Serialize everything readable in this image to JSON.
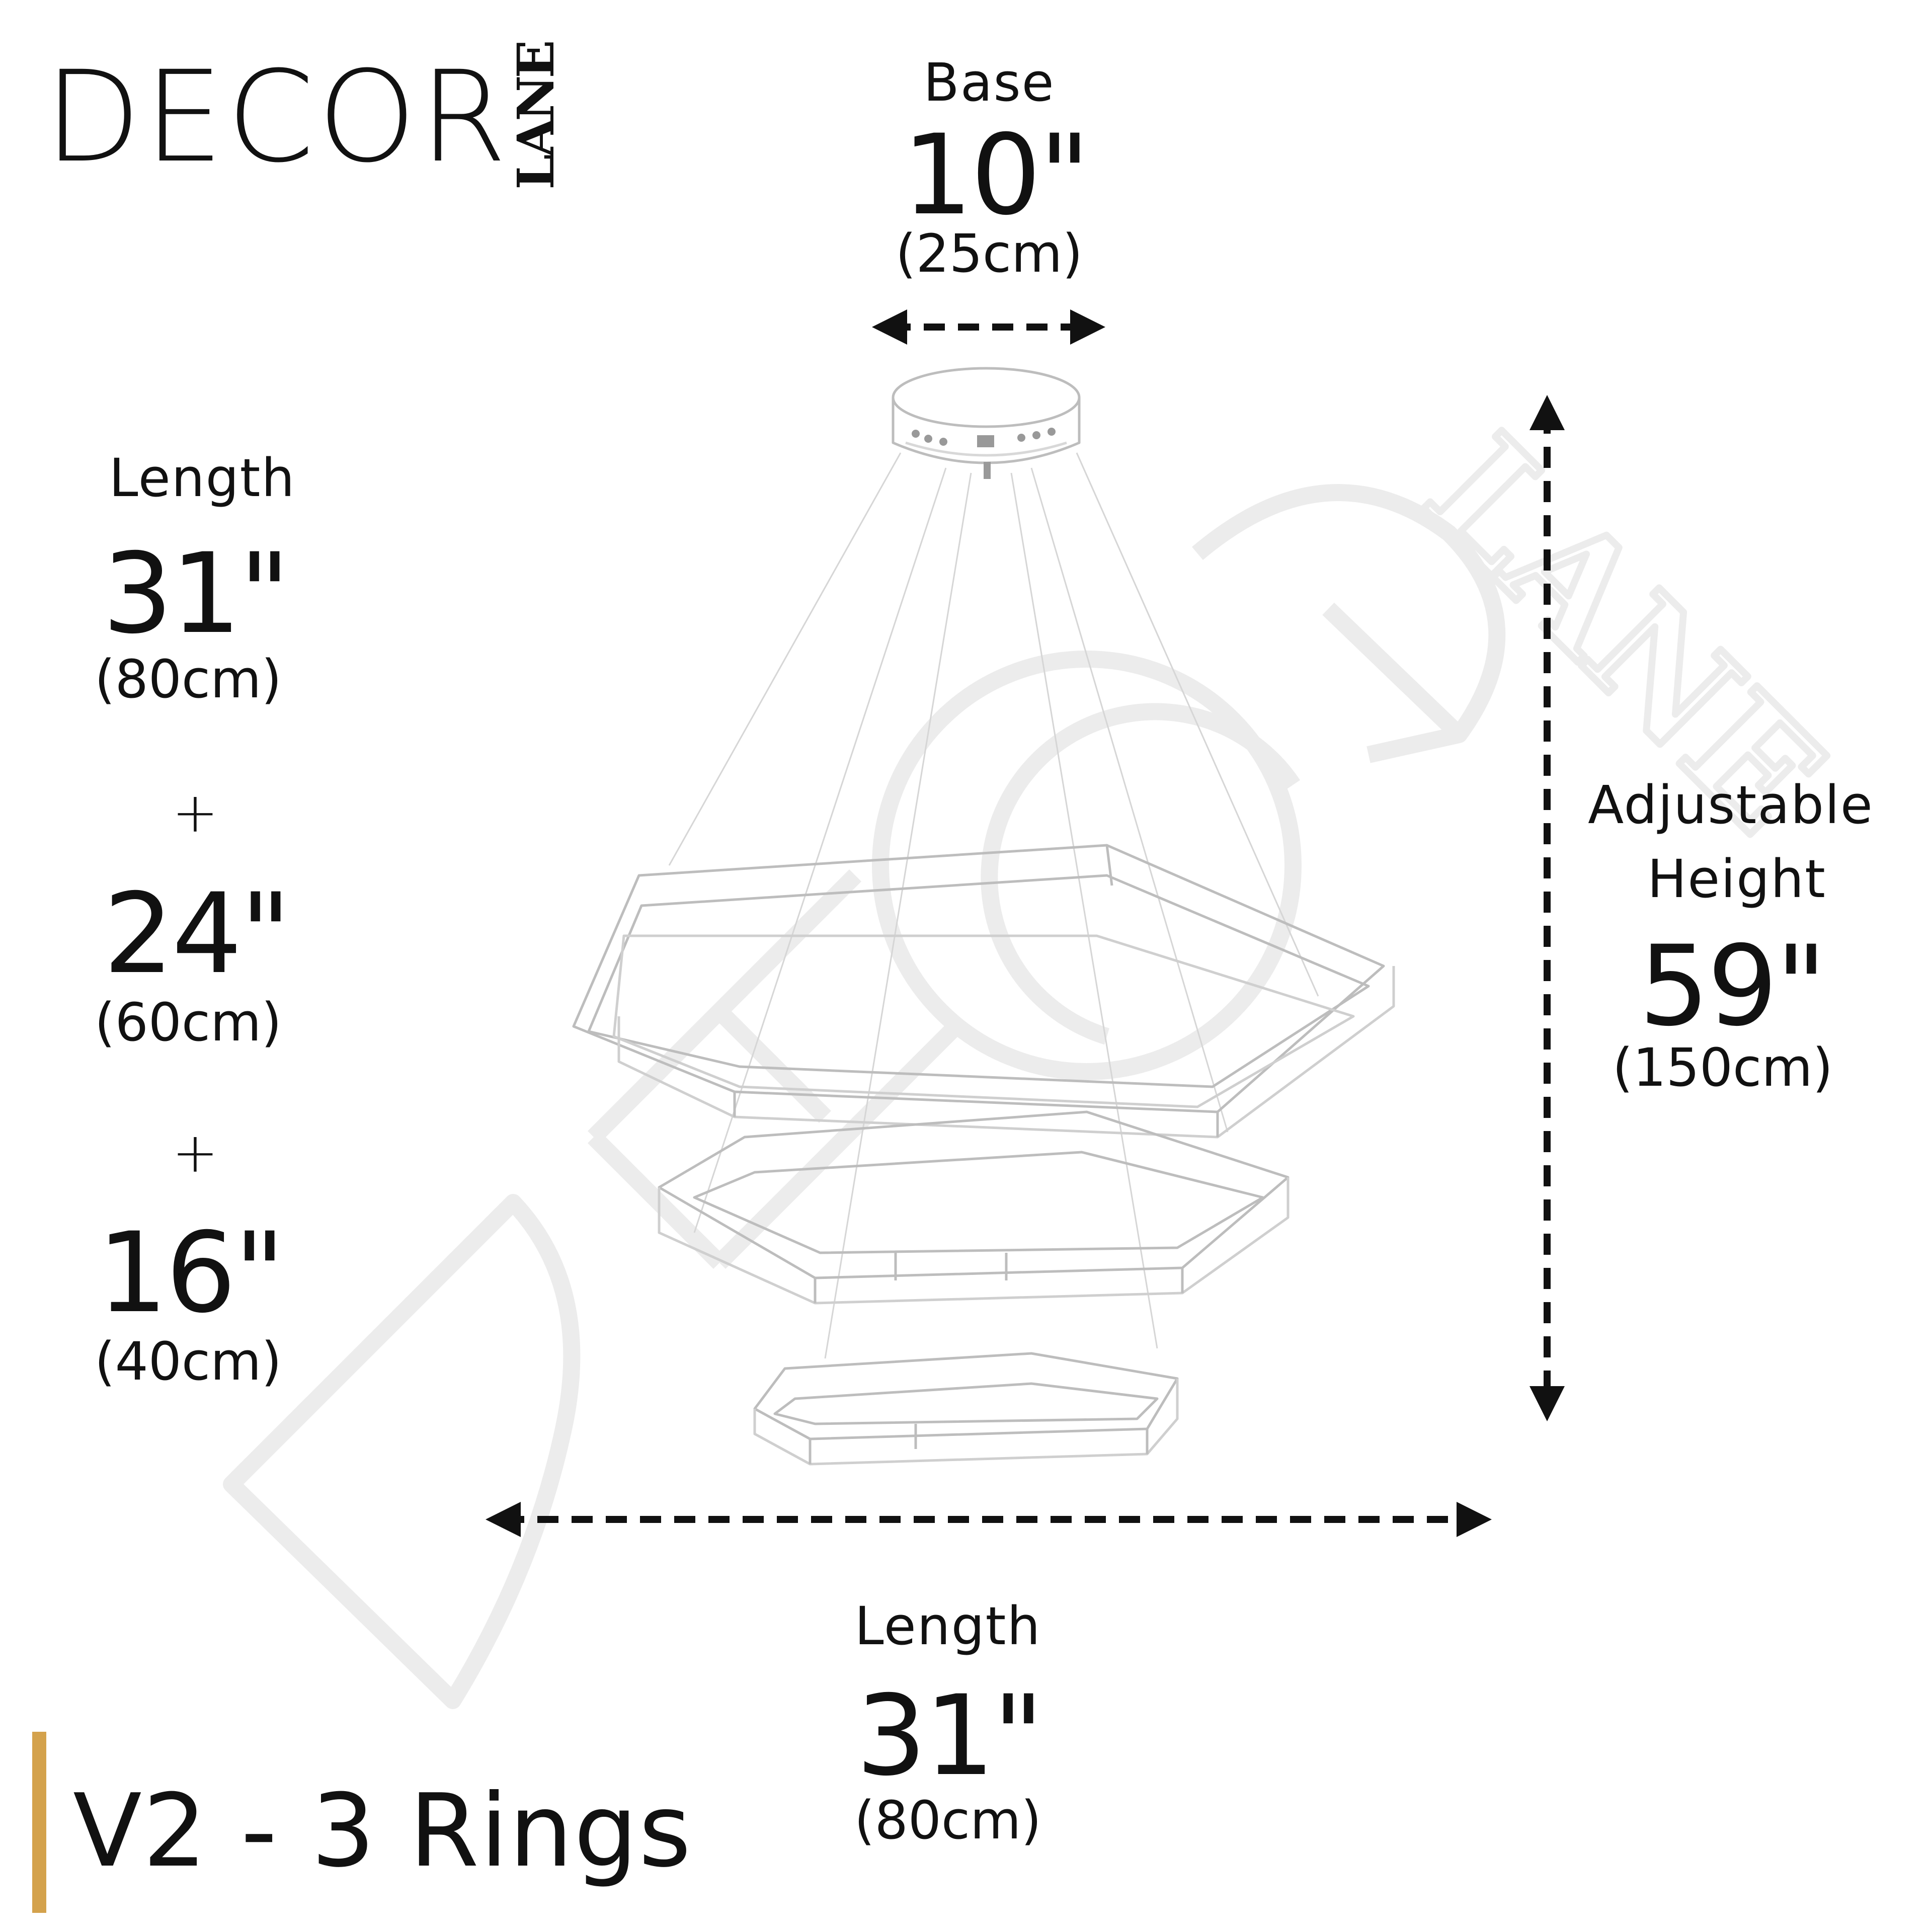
{
  "brand": {
    "name": "DECOR",
    "sub": "LANE"
  },
  "watermark": {
    "main": "DECOR",
    "sub": "LANE"
  },
  "base": {
    "label": "Base",
    "inches": "10\"",
    "cm": "(25cm)"
  },
  "left_dims": [
    {
      "label": "Length",
      "inches": "31\"",
      "cm": "(80cm)"
    },
    {
      "plus": "+",
      "inches": "24\"",
      "cm": "(60cm)"
    },
    {
      "plus": "+",
      "inches": "16\"",
      "cm": "(40cm)"
    }
  ],
  "height": {
    "label_line1": "Adjustable",
    "label_line2": "Height",
    "inches": "59\"",
    "cm": "(150cm)"
  },
  "bottom_length": {
    "label": "Length",
    "inches": "31\"",
    "cm": "(80cm)"
  },
  "version": "V2 - 3 Rings",
  "colors": {
    "accent": "#d4a24c",
    "text": "#111111",
    "sketch": "#bdbdbd",
    "watermark": "#ededed"
  }
}
